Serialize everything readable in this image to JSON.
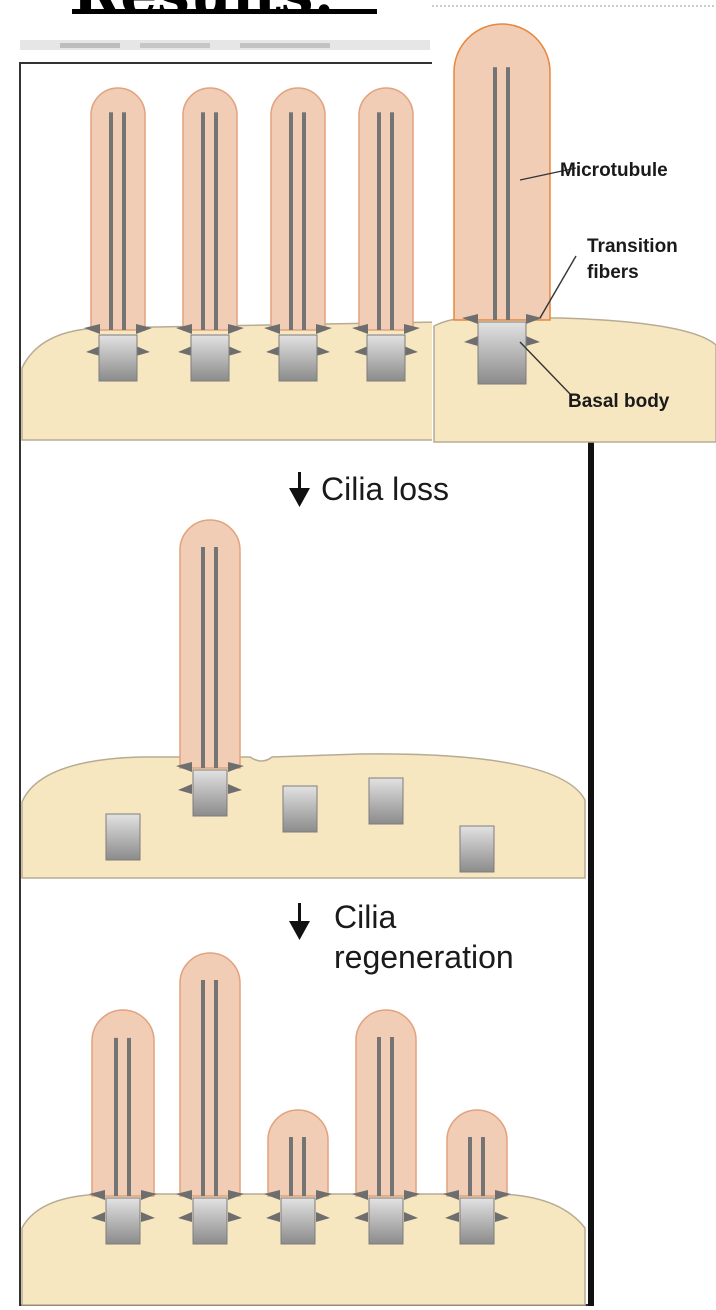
{
  "heading": {
    "text": "Results:"
  },
  "colors": {
    "cilium_fill": "#f1cdb5",
    "cilium_stroke": "#e2a27e",
    "cilium_stroke_highlight": "#e8873d",
    "microtubule": "#747474",
    "cell_fill": "#f7e7c1",
    "cell_stroke": "#b7ab92",
    "basal_body_light": "#e2e2e2",
    "basal_body_dark": "#8b8b8b",
    "fiber": "#6e6e6e",
    "frame": "#333333"
  },
  "inset": {
    "labels": {
      "microtubule": "Microtubule",
      "transition_fibers_line1": "Transition",
      "transition_fibers_line2": "fibers",
      "basal_body": "Basal body"
    }
  },
  "panels": [
    {
      "id": "before",
      "cilia_count": 4,
      "state": "all ciliated"
    },
    {
      "id": "loss",
      "step_label_lines": [
        "Cilia loss"
      ],
      "cilia_count": 1,
      "free_basal_bodies": 4
    },
    {
      "id": "regeneration",
      "step_label_lines": [
        "Cilia",
        "regeneration"
      ],
      "cilia_count": 5,
      "state": "regrowing to different lengths"
    }
  ]
}
